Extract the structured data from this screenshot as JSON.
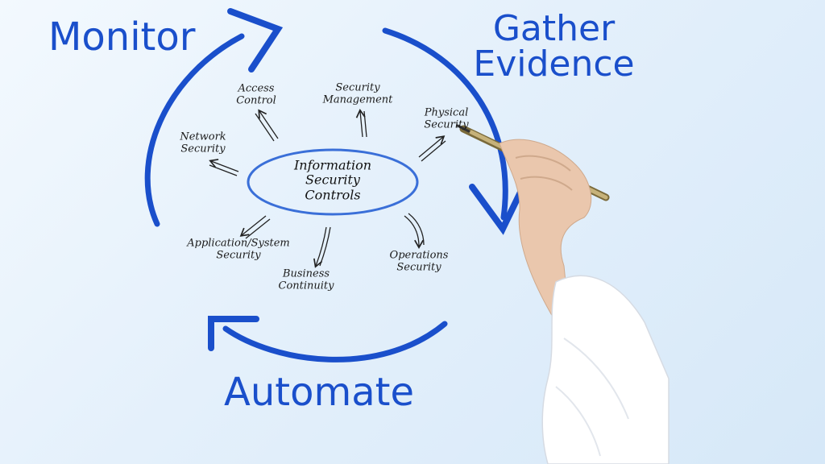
{
  "cycle_labels": {
    "monitor": "Monitor",
    "gather_evidence_line1": "Gather",
    "gather_evidence_line2": "Evidence",
    "automate": "Automate"
  },
  "center": {
    "line1": "Information",
    "line2": "Security",
    "line3": "Controls"
  },
  "nodes": {
    "access_control": [
      "Access",
      "Control"
    ],
    "security_management": [
      "Security",
      "Management"
    ],
    "physical_security": [
      "Physical",
      "Security"
    ],
    "network_security": [
      "Network",
      "Security"
    ],
    "application_security": [
      "Application/System",
      "Security"
    ],
    "business_continuity": [
      "Business",
      "Continuity"
    ],
    "operations_security": [
      "Operations",
      "Security"
    ]
  },
  "colors": {
    "accent_blue": "#1a4fcb",
    "ellipse_blue": "#3a6fd8",
    "ink": "#1b1b1b"
  }
}
